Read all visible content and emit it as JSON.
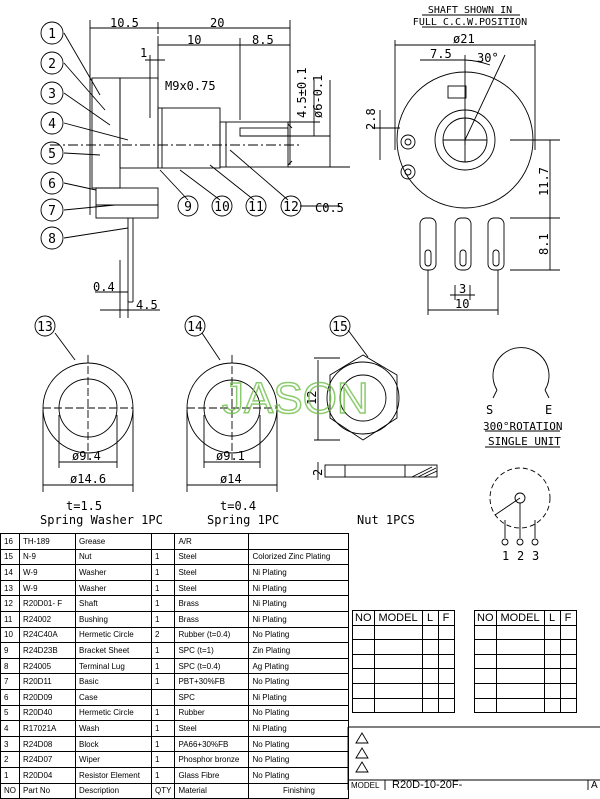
{
  "side_view": {
    "dims": {
      "d_10_5": "10.5",
      "d_20": "20",
      "d_1": "1",
      "d_10": "10",
      "d_8_5": "8.5",
      "thread": "M9x0.75",
      "d_4_5": "4.5±0.1",
      "d_6": "ø6-0.1",
      "d_0_4": "0.4",
      "d_4_5b": "4.5",
      "c05": "C0.5"
    },
    "callouts": [
      "1",
      "2",
      "3",
      "4",
      "5",
      "6",
      "7",
      "8",
      "9",
      "10",
      "11",
      "12"
    ]
  },
  "front_view": {
    "note_line1": "SHAFT SHOWN IN",
    "note_line2": "FULL C.C.W.POSITION",
    "d_21": "ø21",
    "d_7_5": "7.5",
    "angle": "30°",
    "d_2_8": "2.8",
    "d_11_7": "11.7",
    "d_8_1": "8.1",
    "d_3": "3",
    "d_10": "10"
  },
  "parts": {
    "p13": {
      "num": "13",
      "inner": "ø9.4",
      "outer": "ø14.6",
      "thick": "t=1.5",
      "name": "Spring Washer 1PC"
    },
    "p14": {
      "num": "14",
      "inner": "ø9.1",
      "outer": "ø14",
      "thick": "t=0.4",
      "name": "Spring 1PC"
    },
    "p15": {
      "num": "15",
      "d12": "12",
      "d2": "2",
      "name": "Nut 1PCS"
    }
  },
  "watermark": "JASON",
  "rotation": {
    "s": "S",
    "e": "E",
    "line1": "300°ROTATION",
    "line2": "SINGLE UNIT",
    "pins": [
      "1",
      "2",
      "3"
    ]
  },
  "bom": {
    "rows": [
      {
        "no": "16",
        "part": "TH-189",
        "desc": "Grease",
        "qty": "",
        "material": "A/R",
        "finish": ""
      },
      {
        "no": "15",
        "part": "N-9",
        "desc": "Nut",
        "qty": "1",
        "material": "Steel",
        "finish": "Colorized Zinc Plating"
      },
      {
        "no": "14",
        "part": "W-9",
        "desc": "Washer",
        "qty": "1",
        "material": "Steel",
        "finish": "Ni Plating"
      },
      {
        "no": "13",
        "part": "W-9",
        "desc": "Washer",
        "qty": "1",
        "material": "Steel",
        "finish": "Ni Plating"
      },
      {
        "no": "12",
        "part": "R20D01- F",
        "desc": "Shaft",
        "qty": "1",
        "material": "Brass",
        "finish": "Ni Plating"
      },
      {
        "no": "11",
        "part": "R24002",
        "desc": "Bushing",
        "qty": "1",
        "material": "Brass",
        "finish": "Ni Plating"
      },
      {
        "no": "10",
        "part": "R24C40A",
        "desc": "Hermetic Circle",
        "qty": "2",
        "material": "Rubber (t=0.4)",
        "finish": "No Plating"
      },
      {
        "no": "9",
        "part": "R24D23B",
        "desc": "Bracket Sheet",
        "qty": "1",
        "material": "SPC (t=1)",
        "finish": "Zin Plating"
      },
      {
        "no": "8",
        "part": "R24005",
        "desc": "Terminal Lug",
        "qty": "1",
        "material": "SPC (t=0.4)",
        "finish": "Ag Plating"
      },
      {
        "no": "7",
        "part": "R20D11",
        "desc": "Basic",
        "qty": "1",
        "material": "PBT+30%FB",
        "finish": "No Plating"
      },
      {
        "no": "6",
        "part": "R20D09",
        "desc": "Case",
        "qty": "",
        "material": "SPC",
        "finish": "Ni Plating"
      },
      {
        "no": "5",
        "part": "R20D40",
        "desc": "Hermetic Circle",
        "qty": "1",
        "material": "Rubber",
        "finish": "No Plating"
      },
      {
        "no": "4",
        "part": "R17021A",
        "desc": "Wash",
        "qty": "1",
        "material": "Steel",
        "finish": "Ni Plating"
      },
      {
        "no": "3",
        "part": "R24D08",
        "desc": "Block",
        "qty": "1",
        "material": "PA66+30%FB",
        "finish": "No Plating"
      },
      {
        "no": "2",
        "part": "R24D07",
        "desc": "Wiper",
        "qty": "1",
        "material": "Phosphor bronze",
        "finish": "No Plating"
      },
      {
        "no": "1",
        "part": "R20D04",
        "desc": "Resistor Element",
        "qty": "1",
        "material": "Glass Fibre",
        "finish": "No Plating"
      }
    ],
    "header": {
      "no": "NO",
      "part": "Part No",
      "desc": "Description",
      "qty": "QTY",
      "material": "Material",
      "finish": "Finishing"
    }
  },
  "model_table": {
    "no": "NO",
    "model": "MODEL",
    "l": "L",
    "f": "F"
  },
  "title_block": {
    "label": "MODEL",
    "value": "R20D-10-20F-",
    "rev": "A"
  }
}
